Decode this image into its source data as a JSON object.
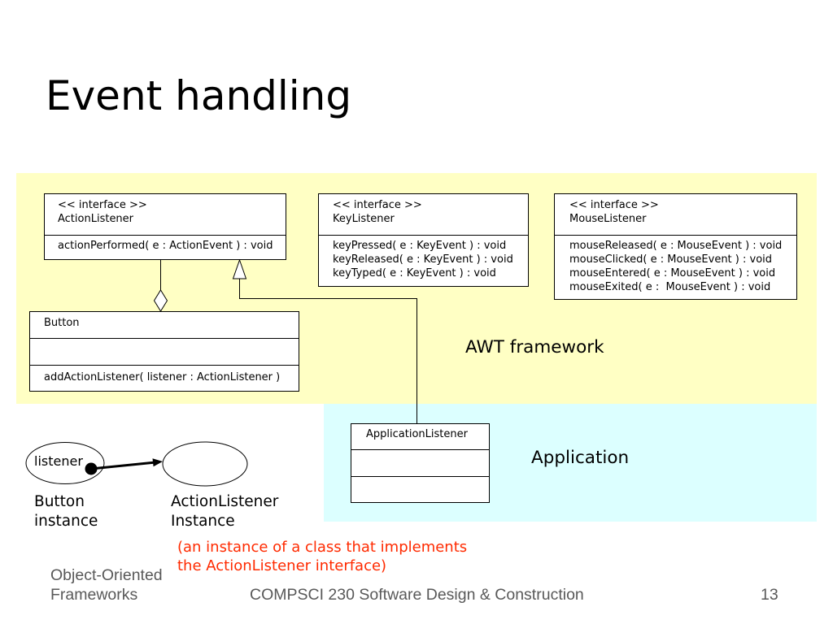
{
  "slide": {
    "title": "Event handling",
    "number": "13",
    "footer": {
      "left_line1": "Object-Oriented",
      "left_line2": "Frameworks",
      "center": "COMPSCI 230 Software Design & Construction",
      "color": "#595959"
    }
  },
  "regions": {
    "awt": {
      "label": "AWT framework",
      "color": "#ffffc4"
    },
    "application": {
      "label": "Application",
      "color": "#dcffff"
    }
  },
  "classes": {
    "action_listener": {
      "stereotype": "<< interface >>",
      "name": "ActionListener",
      "methods": [
        "actionPerformed( e : ActionEvent ) : void"
      ]
    },
    "key_listener": {
      "stereotype": "<< interface >>",
      "name": "KeyListener",
      "methods": [
        "keyPressed( e : KeyEvent ) : void",
        "keyReleased( e : KeyEvent ) : void",
        "keyTyped( e : KeyEvent ) : void"
      ]
    },
    "mouse_listener": {
      "stereotype": "<< interface >>",
      "name": "MouseListener",
      "methods": [
        "mouseReleased( e : MouseEvent ) : void",
        "mouseClicked( e : MouseEvent ) : void",
        "mouseEntered( e : MouseEvent ) : void",
        "mouseExited( e :  MouseEvent ) : void"
      ]
    },
    "button": {
      "name": "Button",
      "attributes": [],
      "methods": [
        "addActionListener( listener : ActionListener )"
      ]
    },
    "application_listener": {
      "name": "ApplicationListener",
      "attributes": [],
      "methods": []
    }
  },
  "instance_diagram": {
    "button_object": {
      "field_label": "listener",
      "caption_line1": "Button",
      "caption_line2": "instance"
    },
    "listener_object": {
      "caption_line1": "ActionListener",
      "caption_line2": "Instance"
    },
    "note_line1": "(an instance of a class that implements",
    "note_line2": "the ActionListener interface)",
    "note_color": "#ff2a00"
  }
}
